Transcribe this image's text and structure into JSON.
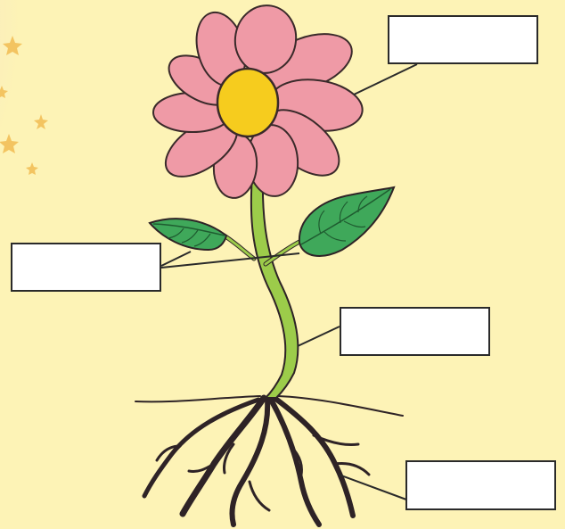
{
  "diagram": {
    "labels": [
      {
        "part": "flower",
        "text": ""
      },
      {
        "part": "leaf",
        "text": ""
      },
      {
        "part": "stem",
        "text": ""
      },
      {
        "part": "root",
        "text": ""
      }
    ]
  },
  "colors": {
    "background": "#fdf3b6",
    "petal": "#ef9aa6",
    "petal_outline": "#3a2a2a",
    "flower_center": "#f6cc1e",
    "stem": "#9ccc4a",
    "leaf": "#3fa85a",
    "root": "#2e2326",
    "box_border": "#2a2a2a"
  }
}
